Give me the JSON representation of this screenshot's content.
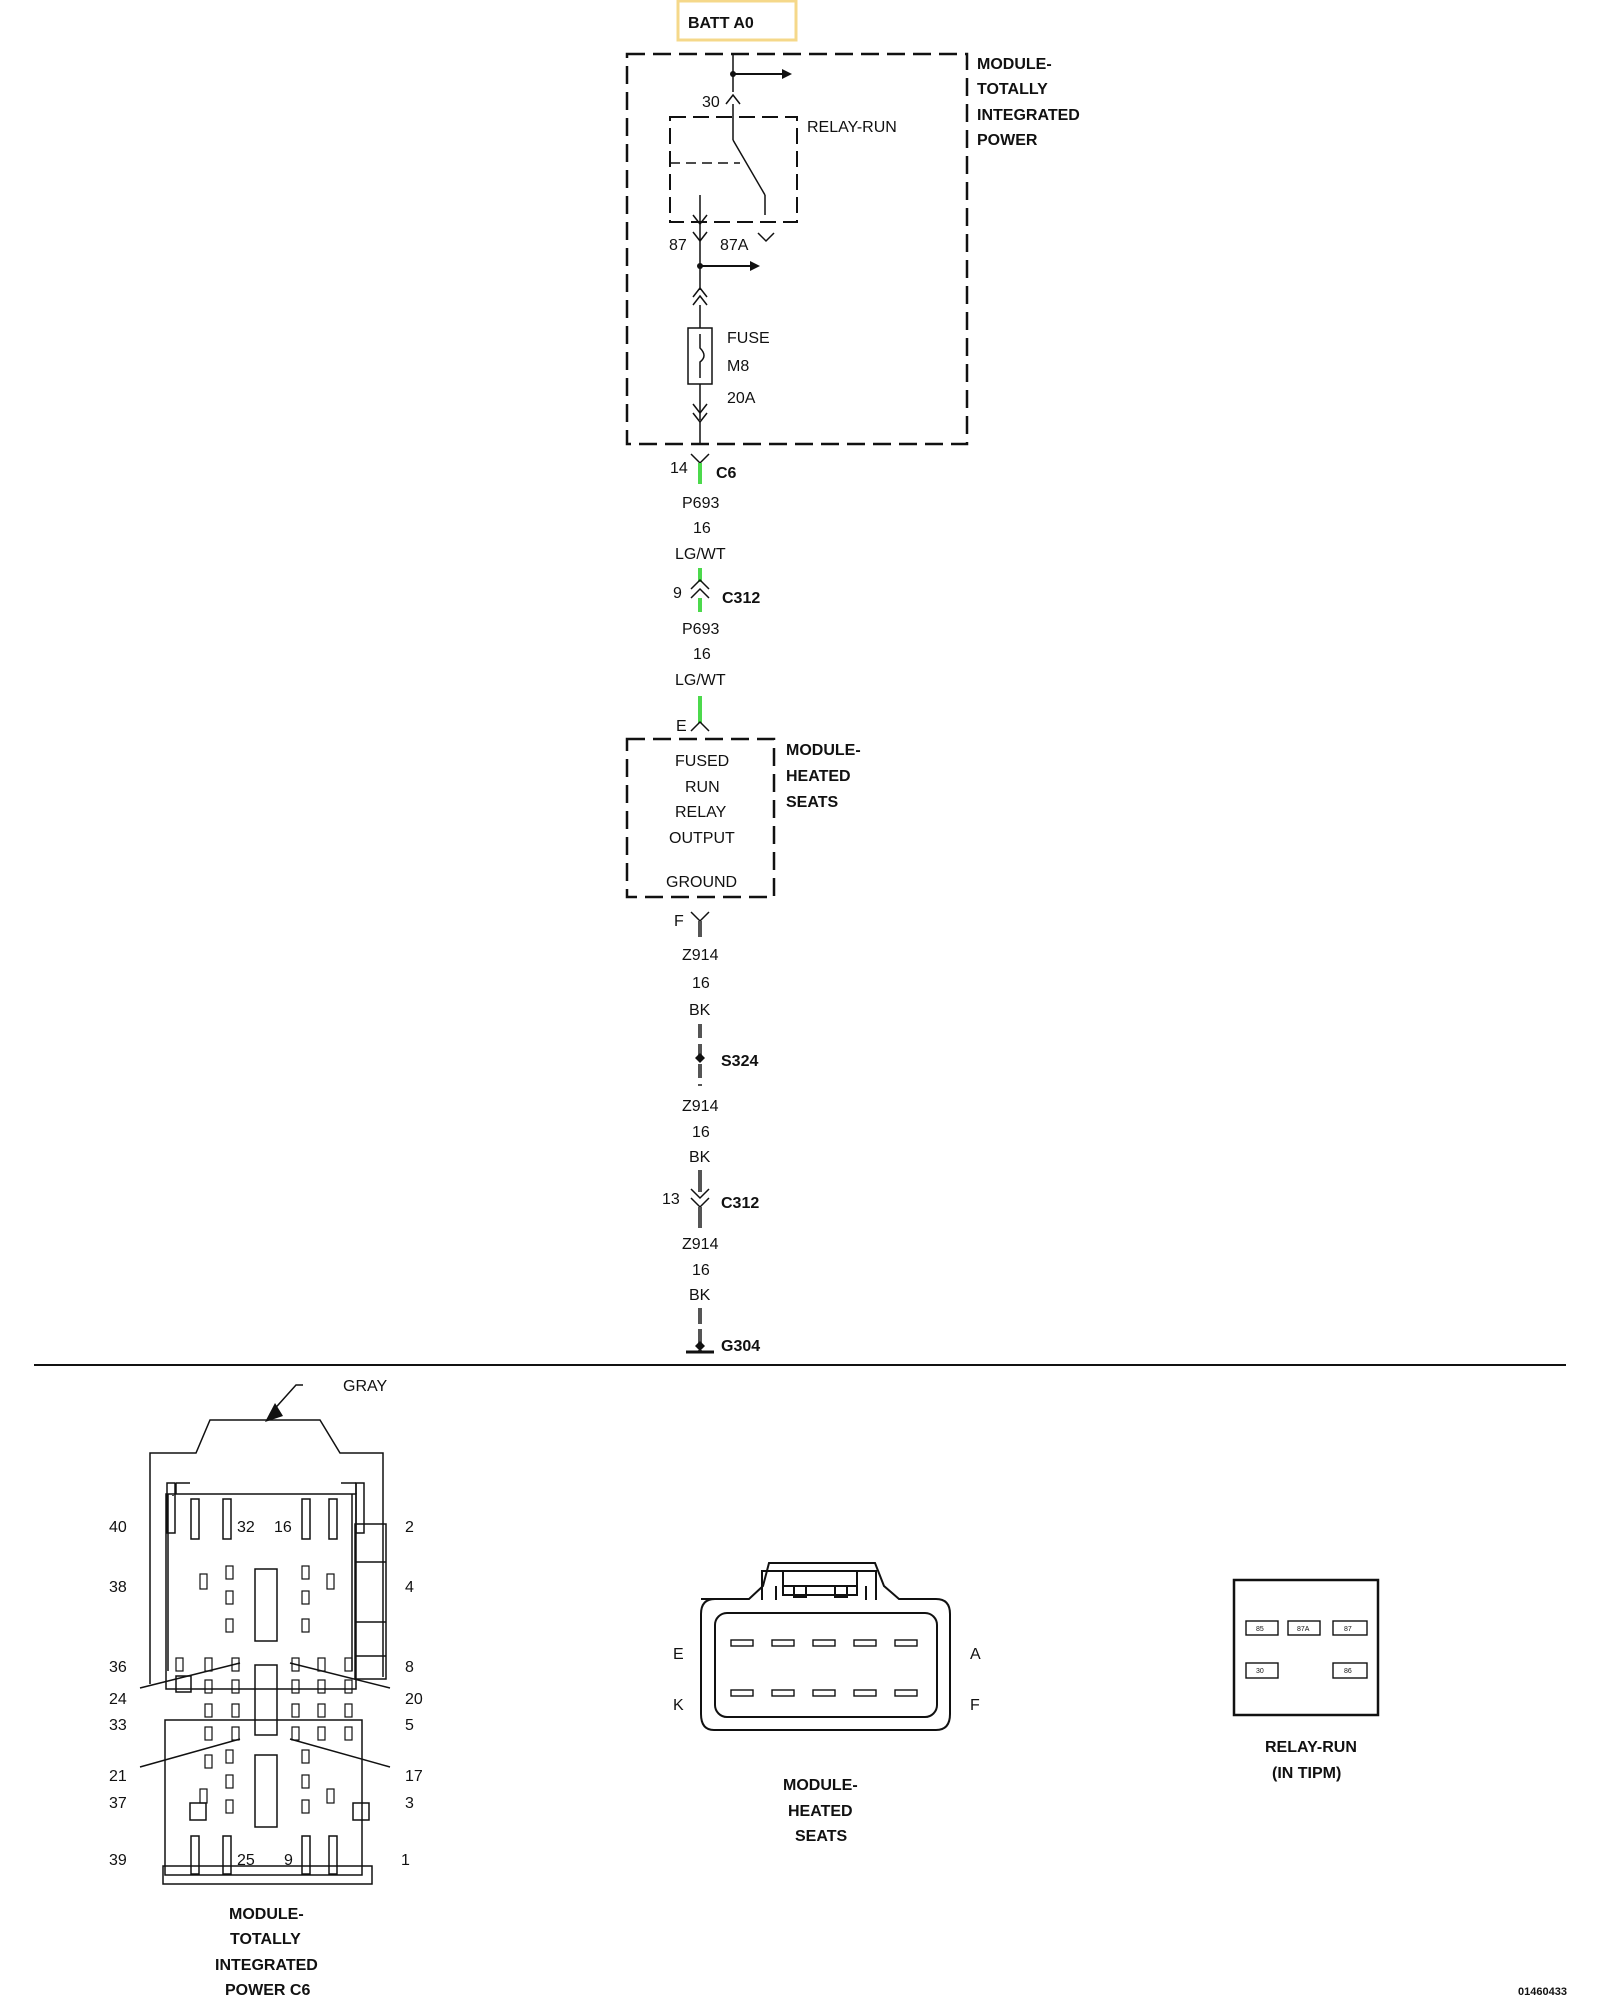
{
  "source_box": {
    "label": "BATT A0",
    "color": "#f5d88a"
  },
  "tipm": {
    "title": [
      "MODULE-",
      "TOTALLY",
      "INTEGRATED",
      "POWER"
    ],
    "relay_label": "RELAY-RUN",
    "pin_30": "30",
    "pin_87": "87",
    "pin_87a": "87A",
    "fuse": [
      "FUSE",
      "M8",
      "20A"
    ]
  },
  "wire_feed": {
    "connector_c6_pin": "14",
    "connector_c6": "C6",
    "seg1": [
      "P693",
      "16",
      "LG/WT"
    ],
    "connector_c312_pin": "9",
    "connector_c312": "C312",
    "seg2": [
      "P693",
      "16",
      "LG/WT"
    ],
    "module_pin_e": "E",
    "color": "#4cd94c"
  },
  "heated_seats": {
    "title": [
      "MODULE-",
      "HEATED",
      "SEATS"
    ],
    "circuit": [
      "FUSED",
      "RUN",
      "RELAY",
      "OUTPUT"
    ],
    "ground": "GROUND",
    "pin_f": "F"
  },
  "ground_wire": {
    "seg1": [
      "Z914",
      "16",
      "BK"
    ],
    "splice": "S324",
    "seg2": [
      "Z914",
      "16",
      "BK"
    ],
    "connector_pin": "13",
    "connector": "C312",
    "seg3": [
      "Z914",
      "16",
      "BK"
    ],
    "ground": "G304",
    "color": "#555555"
  },
  "views": {
    "tipm_connector": {
      "color_callout": "GRAY",
      "left_pins": [
        "40",
        "38",
        "36",
        "24",
        "33",
        "21",
        "37",
        "39"
      ],
      "right_pins": [
        "2",
        "4",
        "8",
        "20",
        "5",
        "17",
        "3",
        "1"
      ],
      "inner_pins": [
        "32",
        "16",
        "25",
        "9"
      ],
      "caption": [
        "MODULE-",
        "TOTALLY",
        "INTEGRATED",
        "POWER C6"
      ]
    },
    "heated_seats_connector": {
      "pins": [
        "E",
        "A",
        "K",
        "F"
      ],
      "caption": [
        "MODULE-",
        "HEATED",
        "SEATS"
      ]
    },
    "relay": {
      "terminals": [
        "85",
        "87A",
        "87",
        "30",
        "86"
      ],
      "caption": [
        "RELAY-RUN",
        "(IN TIPM)"
      ]
    }
  },
  "figure_id": "01460433"
}
